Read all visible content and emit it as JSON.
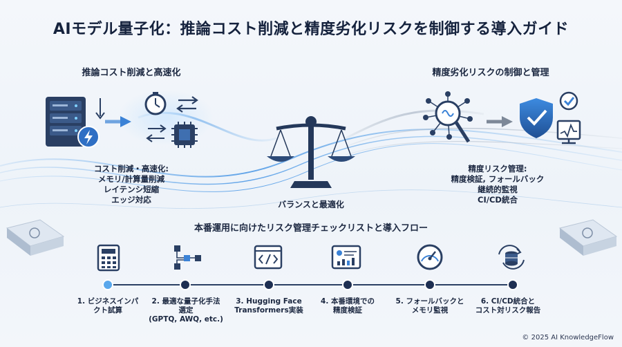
{
  "title": "AIモデル量子化：推論コスト削減と精度劣化リスクを制御する導入ガイド",
  "left": {
    "heading": "推論コスト削減と高速化",
    "lines": [
      "コスト削減・高速化:",
      "メモリ/計算量削減",
      "レイテンシ短縮",
      "エッジ対応"
    ]
  },
  "center": {
    "label": "バランスと最適化"
  },
  "right": {
    "heading": "精度劣化リスクの制御と管理",
    "lines": [
      "精度リスク管理:",
      "精度検証, フォールバック",
      "継続的監視",
      "CI/CD統合"
    ]
  },
  "checklist": {
    "title": "本番運用に向けたリスク管理チェックリストと導入フロー",
    "steps": [
      {
        "icon": "calculator-icon",
        "lines": [
          "1. ビジネスインパ",
          "クト試算"
        ]
      },
      {
        "icon": "flowchart-icon",
        "lines": [
          "2. 最適な量子化手法",
          "選定",
          "(GPTQ, AWQ, etc.)"
        ]
      },
      {
        "icon": "code-window-icon",
        "lines": [
          "3. Hugging Face",
          "Transformers実装"
        ]
      },
      {
        "icon": "dashboard-chart-icon",
        "lines": [
          "4. 本番環境での",
          "精度検証"
        ]
      },
      {
        "icon": "gauge-icon",
        "lines": [
          "5. フォールバックと",
          "メモリ監視"
        ]
      },
      {
        "icon": "database-sync-icon",
        "lines": [
          "6. CI/CD統合と",
          "コスト対リスク報告"
        ]
      }
    ]
  },
  "copyright": "© 2025 AI KnowledgeFlow",
  "colors": {
    "navy": "#1e2f52",
    "accent": "#3b82d6",
    "light_dot": "#5aa8ec"
  }
}
